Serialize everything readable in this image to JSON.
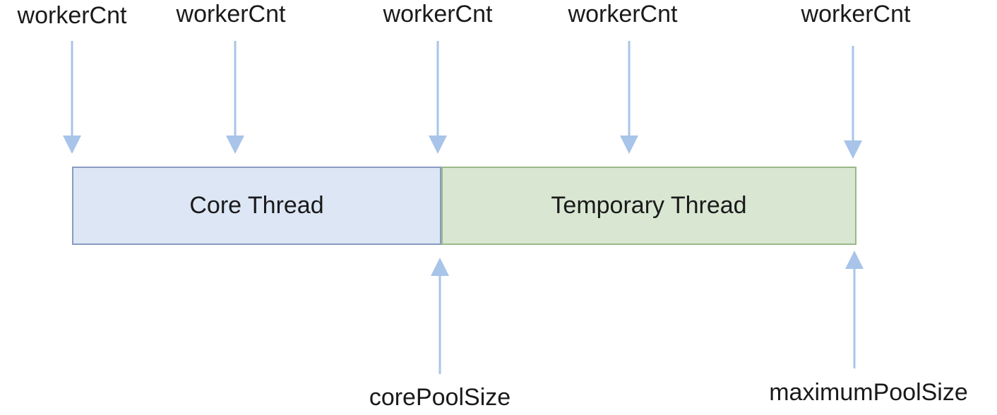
{
  "top_labels": [
    {
      "text": "workerCnt"
    },
    {
      "text": "workerCnt"
    },
    {
      "text": "workerCnt"
    },
    {
      "text": "workerCnt"
    },
    {
      "text": "workerCnt"
    }
  ],
  "bar": {
    "core_label": "Core Thread",
    "temporary_label": "Temporary Thread"
  },
  "bottom_labels": [
    {
      "text": "corePoolSize"
    },
    {
      "text": "maximumPoolSize"
    }
  ],
  "colors": {
    "arrow": "#a8c4e8",
    "core_fill": "#dce6f5",
    "core_border": "#8a9ac2",
    "temporary_fill": "#d9e6d2",
    "temporary_border": "#9ab88a"
  }
}
